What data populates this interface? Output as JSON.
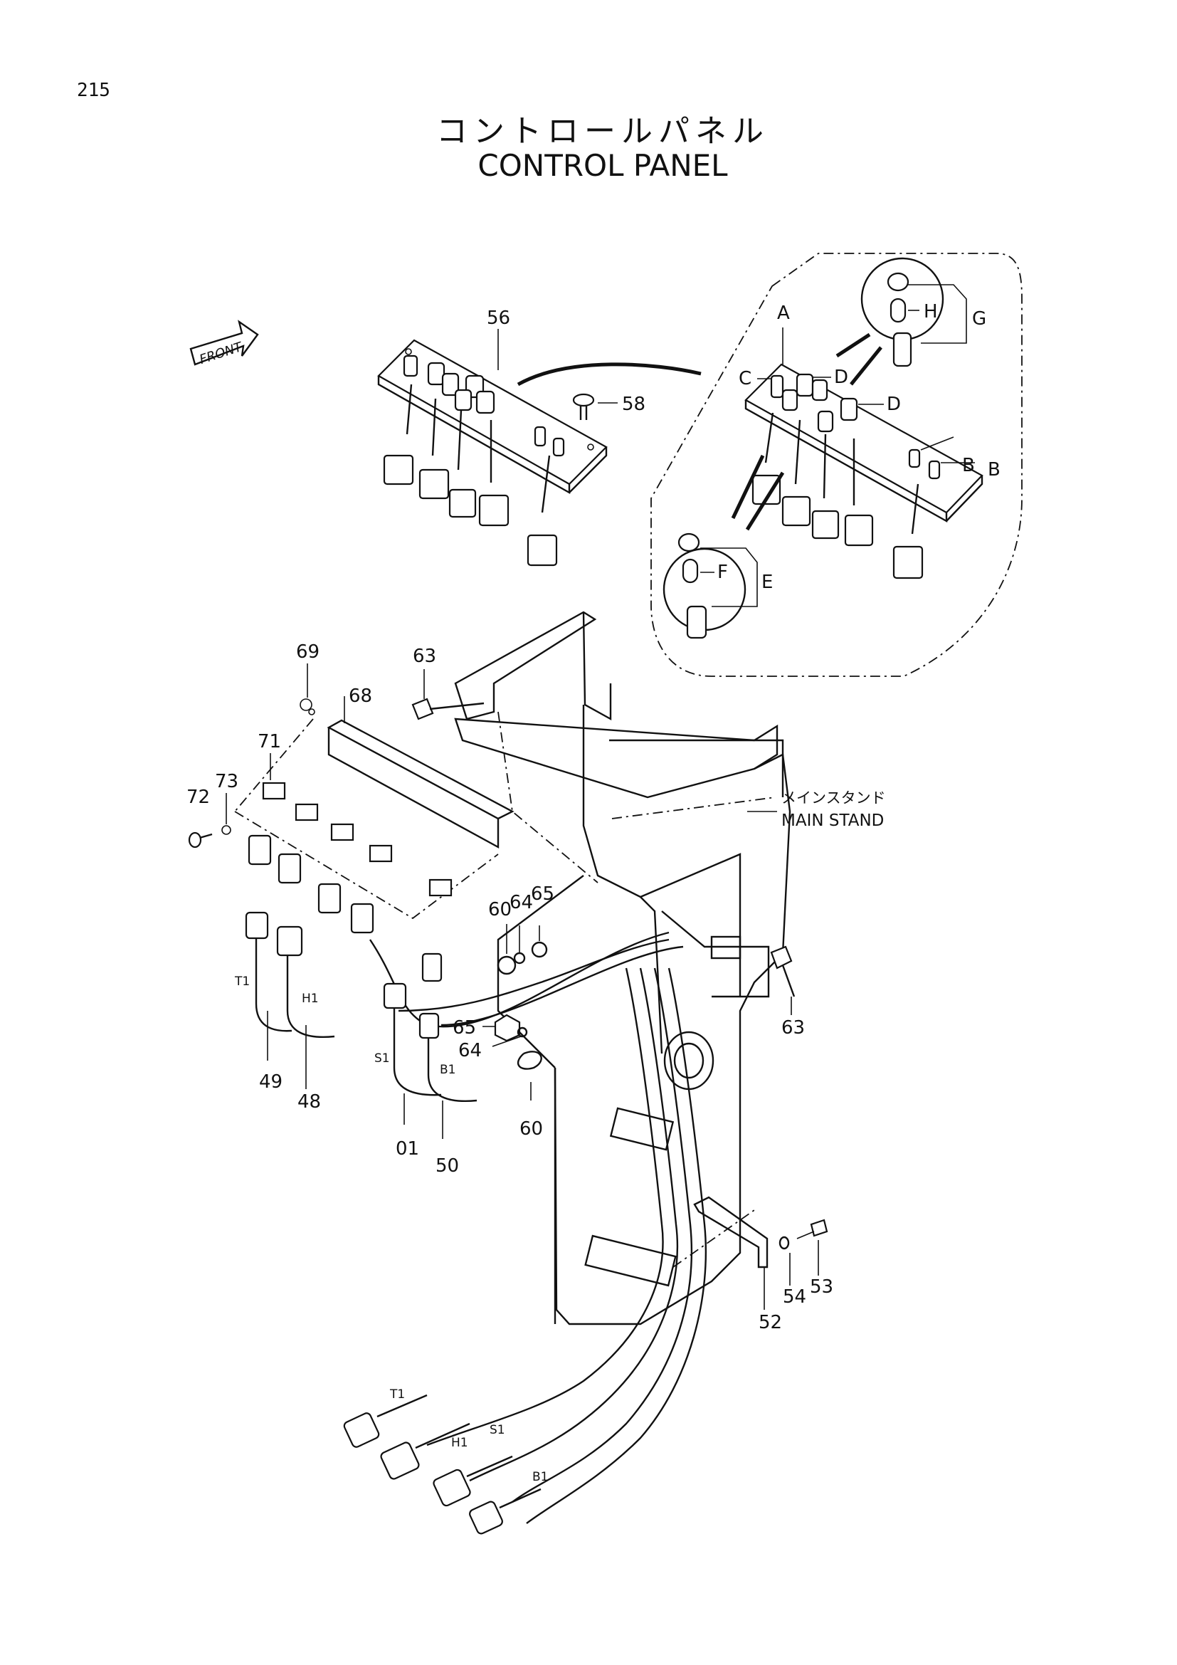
{
  "page_number": "215",
  "title_jp": "コントロールパネル",
  "title_en": "CONTROL PANEL",
  "direction_label": "FRONT",
  "main_stand": {
    "jp": "メインスタンド",
    "en": "MAIN STAND"
  },
  "part_callouts": {
    "p56": "56",
    "p58": "58",
    "p63a": "63",
    "p63b": "63",
    "p68": "68",
    "p69": "69",
    "p71": "71",
    "p72": "72",
    "p73": "73",
    "p60a": "60",
    "p64a": "64",
    "p65a": "65",
    "p65b": "65",
    "p64b": "64",
    "p60b": "60",
    "p49": "49",
    "p48": "48",
    "p01": "01",
    "p50": "50",
    "p52": "52",
    "p53": "53",
    "p54": "54"
  },
  "detail_callouts": {
    "A": "A",
    "B1": "B",
    "B2": "B",
    "C": "C",
    "D1": "D",
    "D2": "D",
    "E": "E",
    "F": "F",
    "G": "G",
    "H": "H"
  },
  "wire_labels": {
    "T1_top": "T1",
    "H1_top": "H1",
    "S1_top": "S1",
    "B1_top": "B1",
    "T1_bot": "T1",
    "H1_bot": "H1",
    "S1_bot": "S1",
    "B1_bot": "B1"
  }
}
